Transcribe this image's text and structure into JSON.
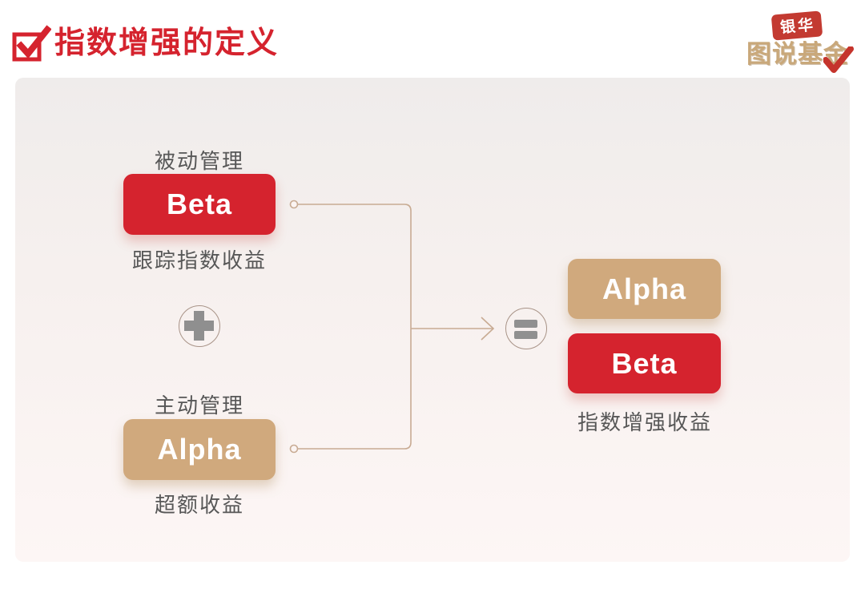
{
  "header": {
    "title": "指数增强的定义",
    "logo": {
      "badge": "银华",
      "name": "图说基金"
    }
  },
  "diagram": {
    "beta_item": {
      "top_label": "被动管理",
      "box_label": "Beta",
      "bottom_label": "跟踪指数收益"
    },
    "plus_operator": "+",
    "alpha_item": {
      "top_label": "主动管理",
      "box_label": "Alpha",
      "bottom_label": "超额收益"
    },
    "equals_operator": "=",
    "result": {
      "alpha_box_label": "Alpha",
      "beta_box_label": "Beta",
      "bottom_label": "指数增强收益"
    }
  },
  "colors": {
    "brand_red": "#d5232e",
    "tan": "#d0a97d",
    "connector_line": "#c8ab93",
    "label_gray": "#575757",
    "panel_top": "#efeceb",
    "panel_bottom": "#fdf6f5"
  }
}
